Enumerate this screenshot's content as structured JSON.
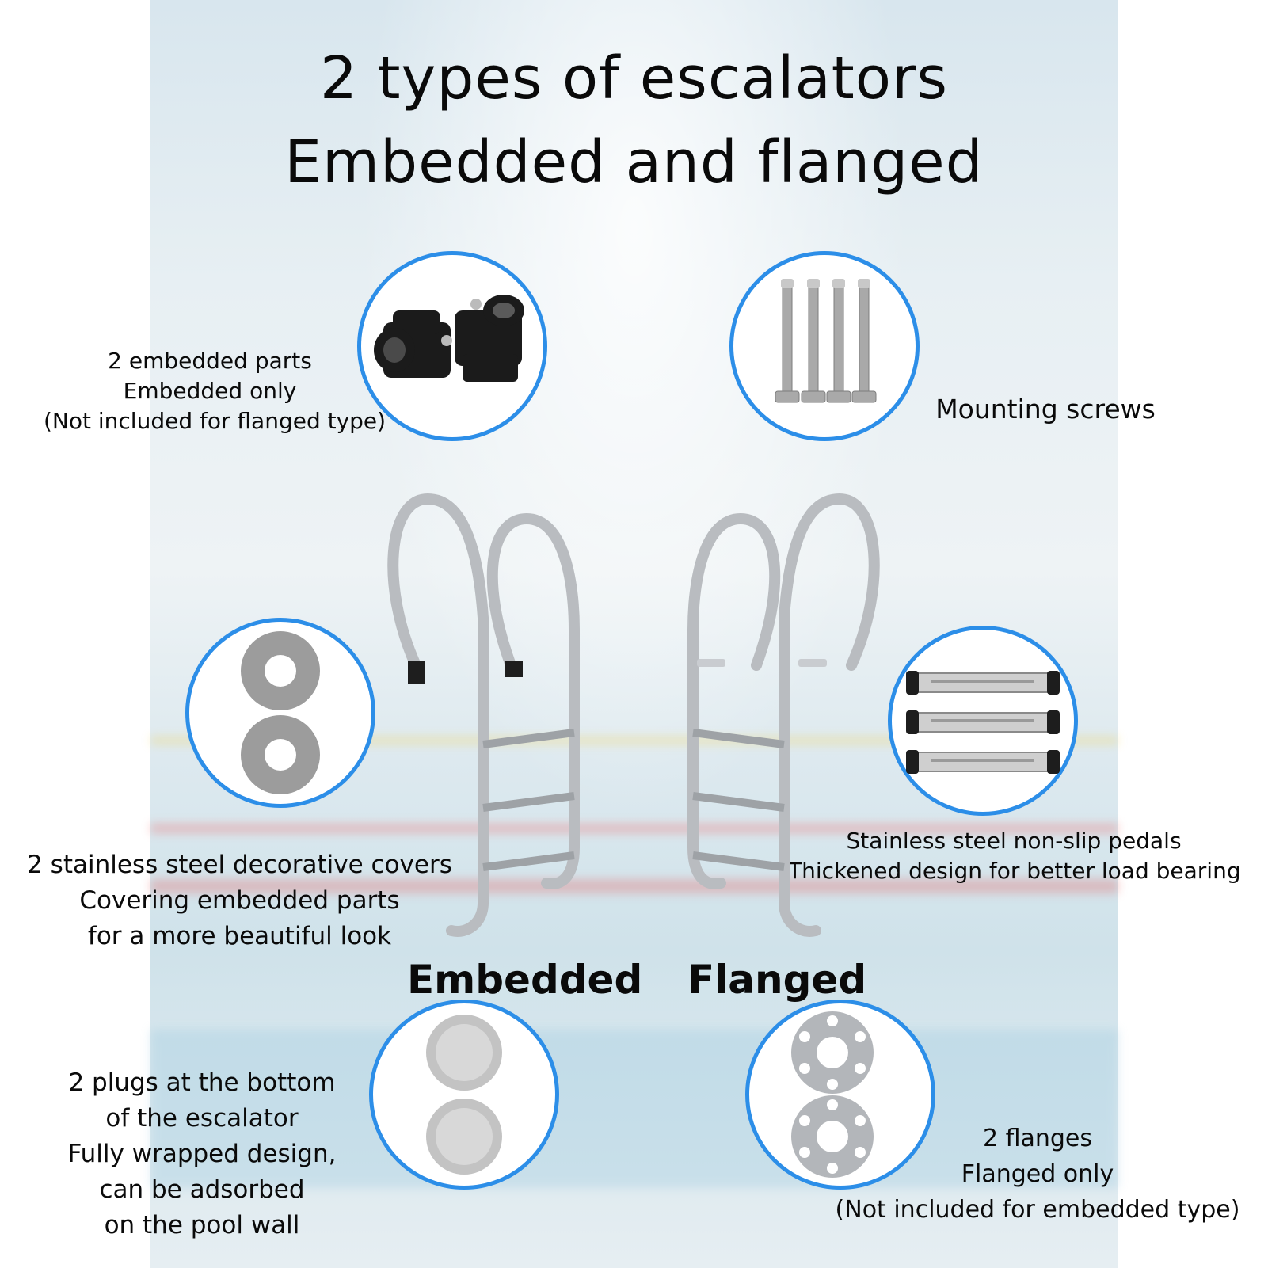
{
  "title": {
    "line1": "2 types of escalators",
    "line2": "Embedded and flanged"
  },
  "parts": {
    "embedded_parts": {
      "lines": [
        "2 embedded parts",
        "Embedded only",
        "(Not included for flanged type)"
      ],
      "icon": "black-clamp-icon"
    },
    "mounting_screws": {
      "lines": [
        "Mounting screws"
      ],
      "icon": "bolt-icon"
    },
    "decorative_covers": {
      "lines": [
        "2 stainless steel decorative covers",
        "Covering embedded parts",
        "for a more beautiful look"
      ],
      "icon": "washer-icon"
    },
    "pedals": {
      "lines": [
        "Stainless steel non-slip pedals",
        "Thickened design for better load bearing"
      ],
      "icon": "step-tread-icon"
    },
    "plugs": {
      "lines": [
        "2 plugs at the bottom",
        "of the escalator",
        "Fully wrapped design,",
        "can be adsorbed",
        "on the pool wall"
      ],
      "icon": "plug-cap-icon"
    },
    "flanges": {
      "lines": [
        "2 flanges",
        "Flanged only",
        "(Not included for embedded type)"
      ],
      "icon": "flange-plate-icon"
    }
  },
  "ladders": {
    "embedded_label": "Embedded",
    "flanged_label": "Flanged"
  },
  "colors": {
    "circle_border": "#2c8ee8",
    "text": "#0a0a0a"
  }
}
